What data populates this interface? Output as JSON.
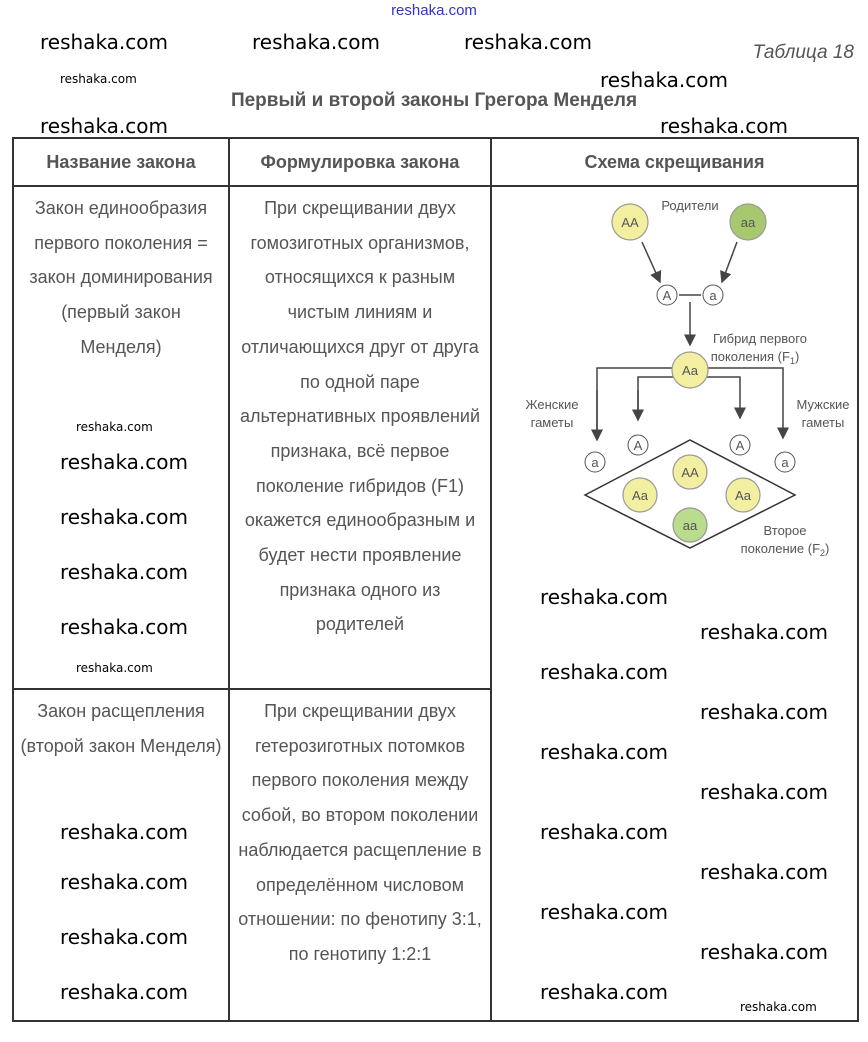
{
  "top_link": "reshaka.com",
  "table_number": "Таблица 18",
  "title": "Первый и второй законы Грегора Менделя",
  "headers": [
    "Название закона",
    "Формулировка закона",
    "Схема скрещивания"
  ],
  "rows": [
    {
      "name": "Закон единообразия первого поколения = закон доминирования (первый закон Менделя)",
      "formulation": "При скрещивании двух гомозиготных организмов, относящихся к разным чистым линиям и отличающихся друг от друга по одной паре альтернативных проявлений признака, всё первое поколение гибридов (F1) окажется единообразным и будет нести проявление признака одного из родителей"
    },
    {
      "name": "Закон расщепления (второй закон Менделя)",
      "formulation": "При скрещивании двух гетерозиготных потомков первого поколения между собой, во втором поколении наблюдается расщепление в определённом числовом отношении: по фенотипу 3:1, по генотипу 1:2:1"
    }
  ],
  "diagram": {
    "parents_label": "Родители",
    "parent1": "AA",
    "parent2": "aa",
    "gamete_A": "A",
    "gamete_a": "a",
    "hybrid_label_1": "Гибрид первого",
    "hybrid_label_2": "поколения (F",
    "sub1": "1",
    "close": ")",
    "hybrid": "Aa",
    "female_1": "Женские",
    "female_2": "гаметы",
    "male_1": "Мужские",
    "male_2": "гаметы",
    "f2": [
      "AA",
      "Aa",
      "Aa",
      "aa"
    ],
    "second_1": "Второе",
    "second_2": "поколение (F",
    "sub2": "2",
    "colors": {
      "yellow": "#f3efa0",
      "green": "#b9dd8c",
      "dark_green": "#a8c870"
    }
  },
  "watermark": "reshaka.com"
}
